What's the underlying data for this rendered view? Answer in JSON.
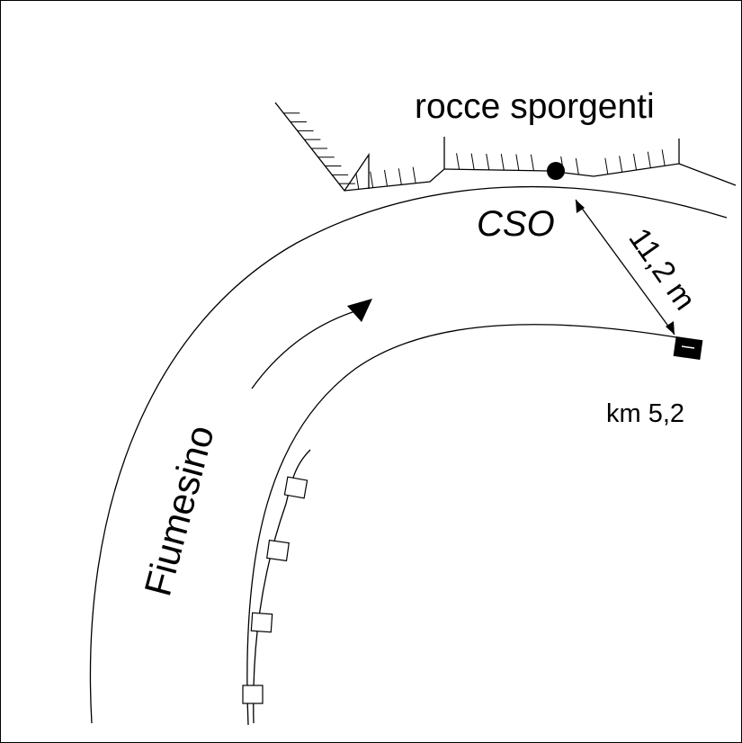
{
  "labels": {
    "rocks": "rocce sporgenti",
    "cso": "CSO",
    "distance": "11,2 m",
    "km": "km 5,2",
    "river": "Fiumesino"
  },
  "colors": {
    "ink": "#000000",
    "paper": "#ffffff"
  }
}
